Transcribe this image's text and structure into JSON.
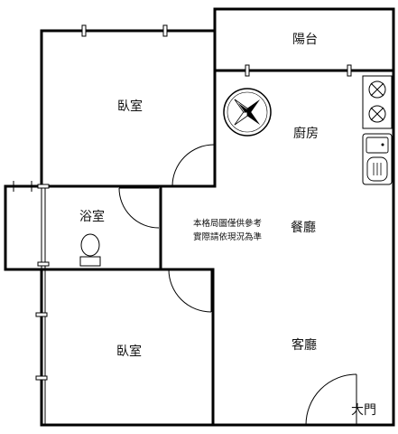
{
  "rooms": {
    "balcony": "陽台",
    "bedroom_top": "臥室",
    "kitchen": "廚房",
    "bathroom": "浴室",
    "dining": "餐廳",
    "bedroom_bottom": "臥室",
    "living": "客廳",
    "main_door": "大門"
  },
  "note": {
    "line1": "本格局圖僅供參考",
    "line2": "實際請依現況為準"
  },
  "icons": {
    "compass": "compass-icon",
    "stove": "stove-icon",
    "sink": "sink-icon",
    "toilet": "toilet-icon"
  }
}
